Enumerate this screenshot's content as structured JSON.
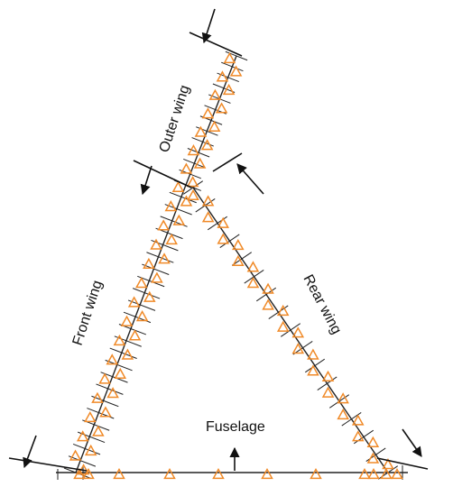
{
  "labels": {
    "outer_wing": "Outer wing",
    "front_wing": "Front wing",
    "rear_wing": "Rear wing",
    "fuselage": "Fuselage"
  },
  "colors": {
    "structure": "#222222",
    "support_marker": "#f08a28",
    "background": "#ffffff"
  },
  "icons": {
    "support_marker": "triangle-outline",
    "section_boundary": "arrow"
  }
}
